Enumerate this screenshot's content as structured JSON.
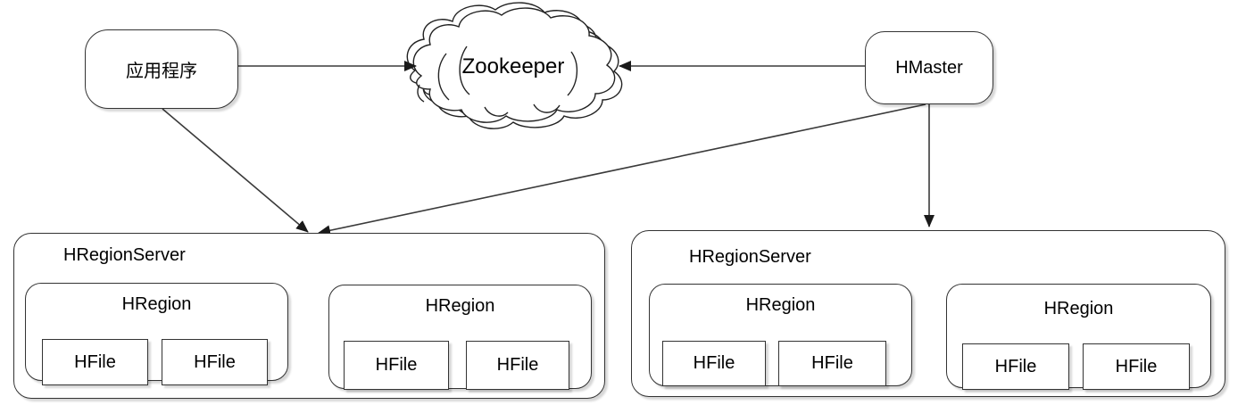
{
  "app": {
    "label": "应用程序"
  },
  "zookeeper": {
    "label": "Zookeeper"
  },
  "hmaster": {
    "label": "HMaster"
  },
  "servers": [
    {
      "label": "HRegionServer",
      "regions": [
        {
          "label": "HRegion",
          "files": [
            {
              "label": "HFile"
            },
            {
              "label": "HFile"
            }
          ]
        },
        {
          "label": "HRegion",
          "files": [
            {
              "label": "HFile"
            },
            {
              "label": "HFile"
            }
          ]
        }
      ]
    },
    {
      "label": "HRegionServer",
      "regions": [
        {
          "label": "HRegion",
          "files": [
            {
              "label": "HFile"
            },
            {
              "label": "HFile"
            }
          ]
        },
        {
          "label": "HRegion",
          "files": [
            {
              "label": "HFile"
            },
            {
              "label": "HFile"
            }
          ]
        }
      ]
    }
  ],
  "colors": {
    "box_stroke": "#333333",
    "connector": "#3a3a3a",
    "background": "#ffffff"
  }
}
